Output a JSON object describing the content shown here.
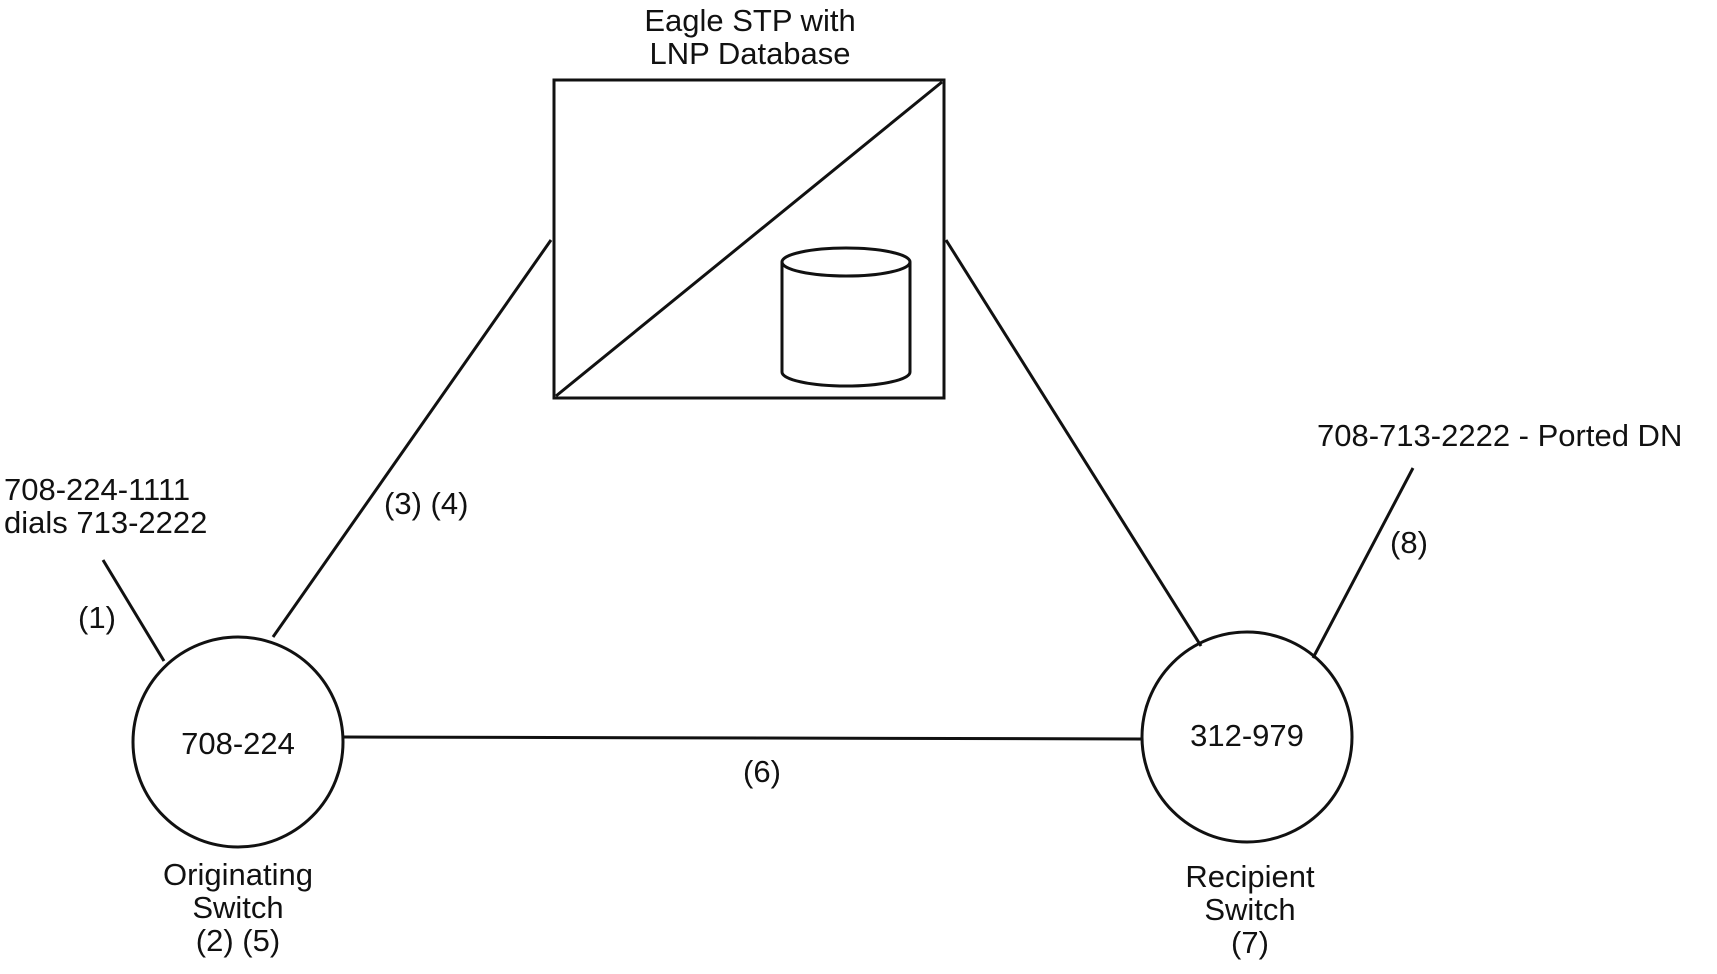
{
  "stp": {
    "title_line1": "Eagle STP with",
    "title_line2": "LNP Database"
  },
  "originating": {
    "caller_line1": "708-224-1111",
    "caller_line2": "dials 713-2222",
    "switch_id": "708-224",
    "name_line1": "Originating",
    "name_line2": "Switch",
    "steps": "(2) (5)"
  },
  "recipient": {
    "ported_dn": "708-713-2222 - Ported DN",
    "switch_id": "312-979",
    "name_line1": "Recipient",
    "name_line2": "Switch",
    "steps": "(7)"
  },
  "links": {
    "caller_link": "(1)",
    "stp_query": "(3) (4)",
    "trunk": "(6)",
    "ported_link": "(8)"
  },
  "colors": {
    "stroke": "#111111",
    "background": "#ffffff"
  }
}
